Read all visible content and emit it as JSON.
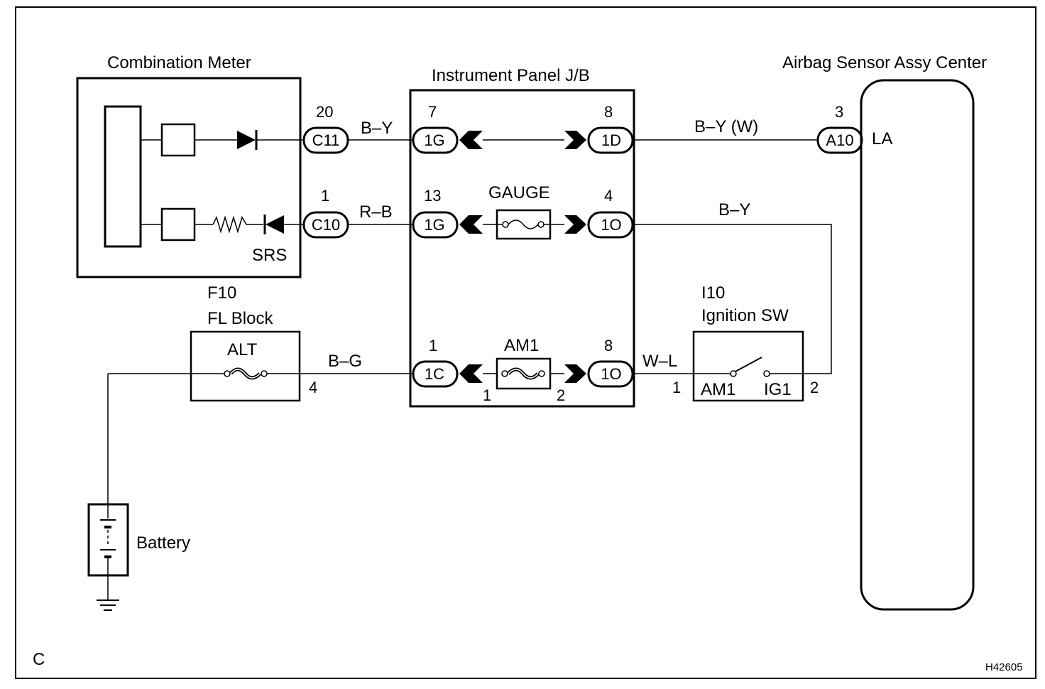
{
  "frame": {
    "corner_letter": "C",
    "figure_code": "H42605"
  },
  "combination_meter": {
    "title": "Combination Meter",
    "srs_label": "SRS",
    "connectors": [
      {
        "pin": "20",
        "code": "C11"
      },
      {
        "pin": "1",
        "code": "C10"
      }
    ]
  },
  "instrument_panel_jb": {
    "title": "Instrument Panel J/B",
    "gauge_fuse_label": "GAUGE",
    "am1_fuse_label": "AM1",
    "am1_fuse_pins": [
      "1",
      "2"
    ],
    "left_connectors": [
      {
        "pin": "7",
        "code": "1G"
      },
      {
        "pin": "13",
        "code": "1G"
      },
      {
        "pin": "1",
        "code": "1C"
      }
    ],
    "right_connectors": [
      {
        "pin": "8",
        "code": "1D"
      },
      {
        "pin": "4",
        "code": "1O"
      },
      {
        "pin": "8",
        "code": "1O"
      }
    ]
  },
  "airbag_sensor": {
    "title": "Airbag Sensor Assy Center",
    "connector": {
      "pin": "3",
      "code": "A10"
    },
    "terminal": "LA"
  },
  "fl_block": {
    "code": "F10",
    "title": "FL Block",
    "fuse_label": "ALT",
    "pin": "4"
  },
  "ignition_switch": {
    "code": "I10",
    "title": "Ignition SW",
    "terminal_left": "AM1",
    "terminal_right": "IG1",
    "pin_left": "1",
    "pin_right": "2"
  },
  "battery": {
    "label": "Battery"
  },
  "wires": {
    "meter_to_jb_top": "B–Y",
    "meter_to_jb_mid": "R–B",
    "jb_to_airbag": "B–Y (W)",
    "gauge_to_ignition": "B–Y",
    "fl_to_jb": "B–G",
    "jb_to_ignition": "W–L"
  }
}
